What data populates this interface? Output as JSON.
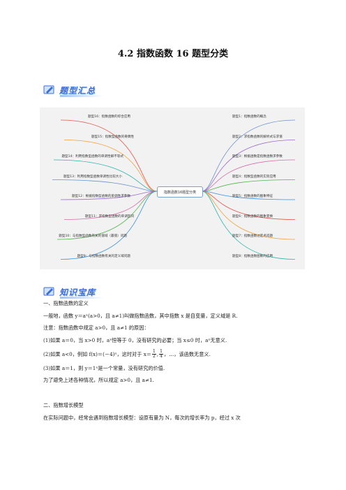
{
  "doc": {
    "title": "4.2 指数函数 16 题型分类",
    "sections": {
      "summary_label": "题型汇总",
      "knowledge_label": "知识宝库"
    }
  },
  "mindmap": {
    "center": "指数函数16题型分类",
    "left_items": [
      "题型16：指数函数的综合应用",
      "题型15：指数型函数的奇偶性",
      "题型14：利用指数型函数的单调性解不等式",
      "题型13：利用指数型函数单调性比较大小",
      "题型12：根据指数型函数的单调性求参数",
      "题型11：求指数型函数的单调区间",
      "题型10：与指数型函数有关的值域（最值）问题",
      "题型9：与指数函数有关的定义域问题"
    ],
    "right_items": [
      "题型1：指数函数的概念",
      "题型2：求指数函数的解析式与求值",
      "题型3：根据函数是指数函数求参数",
      "题型4：指数型函数的实际应用",
      "题型5：指数函数的图象特征",
      "题型6：指数函数的图象变换",
      "题型7：指数函数过定点问题",
      "题型8：指数函数图象的应用"
    ],
    "colors": {
      "background": "#f2f2f2",
      "branch_colors": [
        "#e5564b",
        "#f0a03c",
        "#2bb3a8",
        "#6a8fd0",
        "#9c6ad0",
        "#d86aa8",
        "#55b04f",
        "#3c8fd6"
      ]
    }
  },
  "knowledge": {
    "h1": "一、指数函数的定义",
    "p1": "一般地，函数 y＝aˣ(a>0，且 a≠1)叫做指数函数，其中指数 x 是自变量，定义域是 R.",
    "p2": "注意：指数函数中规定 a>0，且 a≠1 的原因：",
    "p3": "(1)如果 a＝0，当 x>0 时，aˣ恒等于 0，没有研究的必要；当 x≤0 时，aˣ无意义.",
    "p4_pre": "(2)如果 a<0，例如 f(x)＝(－4)ˣ，这时对于 x＝",
    "p4_frac1_num": "1",
    "p4_frac1_den": "2",
    "p4_frac2_num": "1",
    "p4_frac2_den": "4",
    "p4_post": "，…，该函数无意义.",
    "p5": "(3)如果 a＝1，则 y＝1ˣ是一个常量，没有研究的价值.",
    "p6": "为了避免上述各种情况，所以规定 a>0，且 a≠1.",
    "h2": "二、指数增长模型",
    "p7": "在实际问题中，经常会遇到指数增长模型：设原有量为 N，每次的增长率为 p，经过 x 次"
  }
}
